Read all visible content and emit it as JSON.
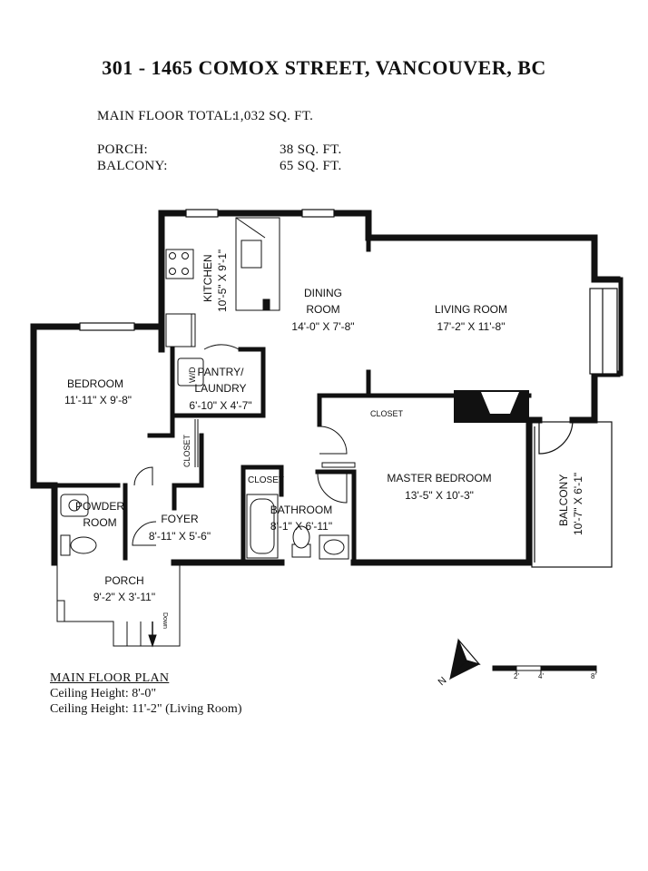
{
  "header": {
    "title": "301 - 1465 COMOX STREET, VANCOUVER, BC",
    "main_floor_label": "MAIN FLOOR TOTAL:",
    "main_floor_value": "1,032 SQ. FT.",
    "porch_label": "PORCH:",
    "porch_value": "38 SQ. FT.",
    "balcony_label": "BALCONY:",
    "balcony_value": "65 SQ. FT."
  },
  "rooms": {
    "kitchen": {
      "name": "KITCHEN",
      "dims": "10'-5\" X 9'-1\""
    },
    "dining": {
      "name_line1": "DINING",
      "name_line2": "ROOM",
      "dims": "14'-0\" X 7'-8\""
    },
    "living": {
      "name": "LIVING ROOM",
      "dims": "17'-2\" X 11'-8\""
    },
    "bedroom": {
      "name": "BEDROOM",
      "dims": "11'-11\" X 9'-8\""
    },
    "pantry": {
      "name_line1": "PANTRY/",
      "name_line2": "LAUNDRY",
      "dims": "6'-10\" X 4'-7\""
    },
    "wd": "W/D",
    "closet": "CLOSET",
    "master": {
      "name": "MASTER BEDROOM",
      "dims": "13'-5\" X 10'-3\""
    },
    "balcony": {
      "name": "BALCONY",
      "dims": "10'-7\" X 6'-1\""
    },
    "powder": {
      "name_line1": "POWDER",
      "name_line2": "ROOM"
    },
    "foyer": {
      "name": "FOYER",
      "dims": "8'-11\" X 5'-6\""
    },
    "bathroom": {
      "name": "BATHROOM",
      "dims": "8'-1\" X 6'-11\""
    },
    "porch": {
      "name": "PORCH",
      "dims": "9'-2\" X 3'-11\""
    },
    "down": "Down"
  },
  "scale": {
    "t1": "2'",
    "t2": "4'",
    "t3": "8'"
  },
  "compass": {
    "letter": "N"
  },
  "notes": {
    "heading": "MAIN FLOOR PLAN",
    "ceiling1": "Ceiling Height: 8'-0\"",
    "ceiling2": "Ceiling Height: 11'-2\" (Living Room)"
  }
}
